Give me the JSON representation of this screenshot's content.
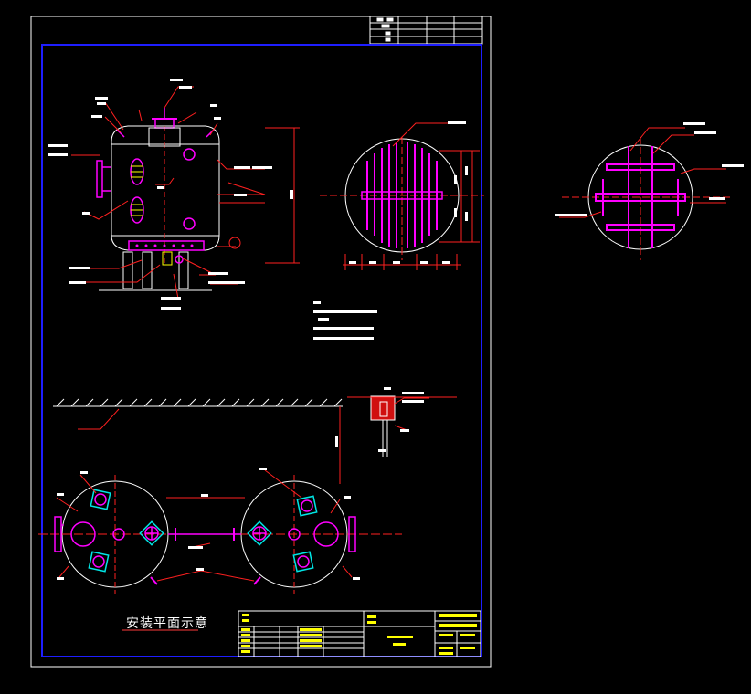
{
  "drawing": {
    "plan_caption": "安装平面示意"
  },
  "colors": {
    "background": "#000000",
    "sheet_frame": "#ffffff",
    "drawing_border": "#1e1eff",
    "vessel_outline": "#ffffff",
    "flange_and_pipes": "#ff00ff",
    "leader_lines": "#ff2020",
    "dimension_lines": "#ff2020",
    "support_legs": "#ffff00",
    "manway_squares": "#00e5e5",
    "title_block_text": "#ffff00"
  },
  "icons": [
    "vessel-elevation",
    "distributor-plan",
    "lateral-plan",
    "nozzle-detail",
    "installation-plan"
  ]
}
